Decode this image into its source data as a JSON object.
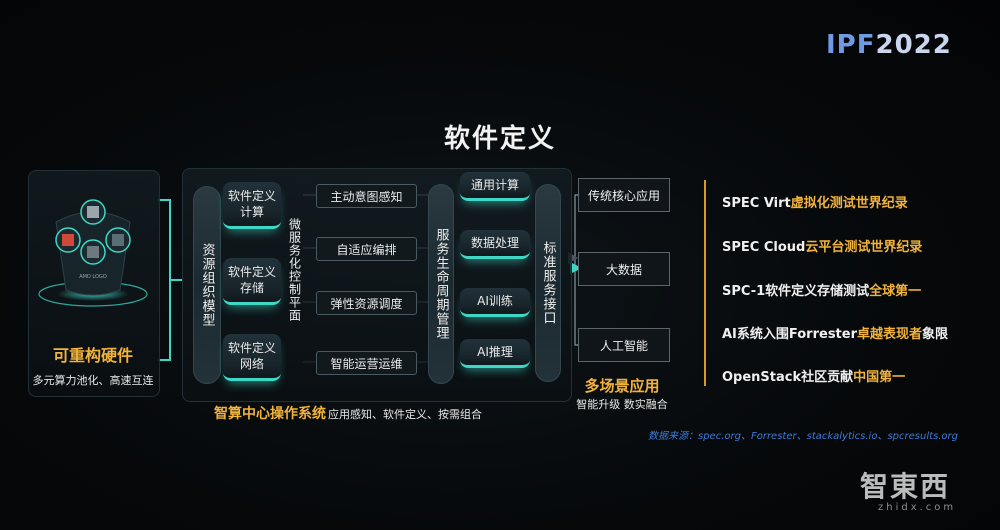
{
  "logo": {
    "ipf": "IPF",
    "year": "2022"
  },
  "title": "软件定义",
  "hardware": {
    "title": "可重构硬件",
    "subtitle": "多元算力池化、高速互连",
    "chip_label": "AMD LOGO"
  },
  "os": {
    "resource_model": "资源组织模型",
    "software": [
      "软件定义\n计算",
      "软件定义\n存储",
      "软件定义\n网络"
    ],
    "control_plane": "微服务化控制平面",
    "functions": [
      "主动意图感知",
      "自适应编排",
      "弹性资源调度",
      "智能运营运维"
    ],
    "lifecycle": "服务生命周期管理",
    "workloads": [
      "通用计算",
      "数据处理",
      "AI训练",
      "AI推理"
    ],
    "std_interface": "标准服务接口",
    "caption_title": "智算中心操作系统",
    "caption_sub": "应用感知、软件定义、按需组合"
  },
  "apps": {
    "items": [
      "传统核心应用",
      "大数据",
      "人工智能"
    ],
    "title": "多场景应用",
    "subtitle": "智能升级 数实融合"
  },
  "achievements": [
    {
      "pre": "SPEC Virt",
      "hl": "虚拟化测试世界纪录",
      "post": ""
    },
    {
      "pre": "SPEC Cloud",
      "hl": "云平台测试世界纪录",
      "post": ""
    },
    {
      "pre": "SPC-1软件定义存储测试",
      "hl": "全球第一",
      "post": ""
    },
    {
      "pre": "AI系统入围Forrester",
      "hl": "卓越表现者",
      "post": "象限"
    },
    {
      "pre": "OpenStack社区贡献",
      "hl": "中国第一",
      "post": ""
    }
  ],
  "source": "数据来源：spec.org、Forrester、stackalytics.io、spcresults.org",
  "watermark": {
    "main": "智東西",
    "sub": "zhidx.com"
  },
  "colors": {
    "accent": "#f1b33a",
    "teal": "#3ed6c5",
    "source": "#3b7bd8"
  }
}
